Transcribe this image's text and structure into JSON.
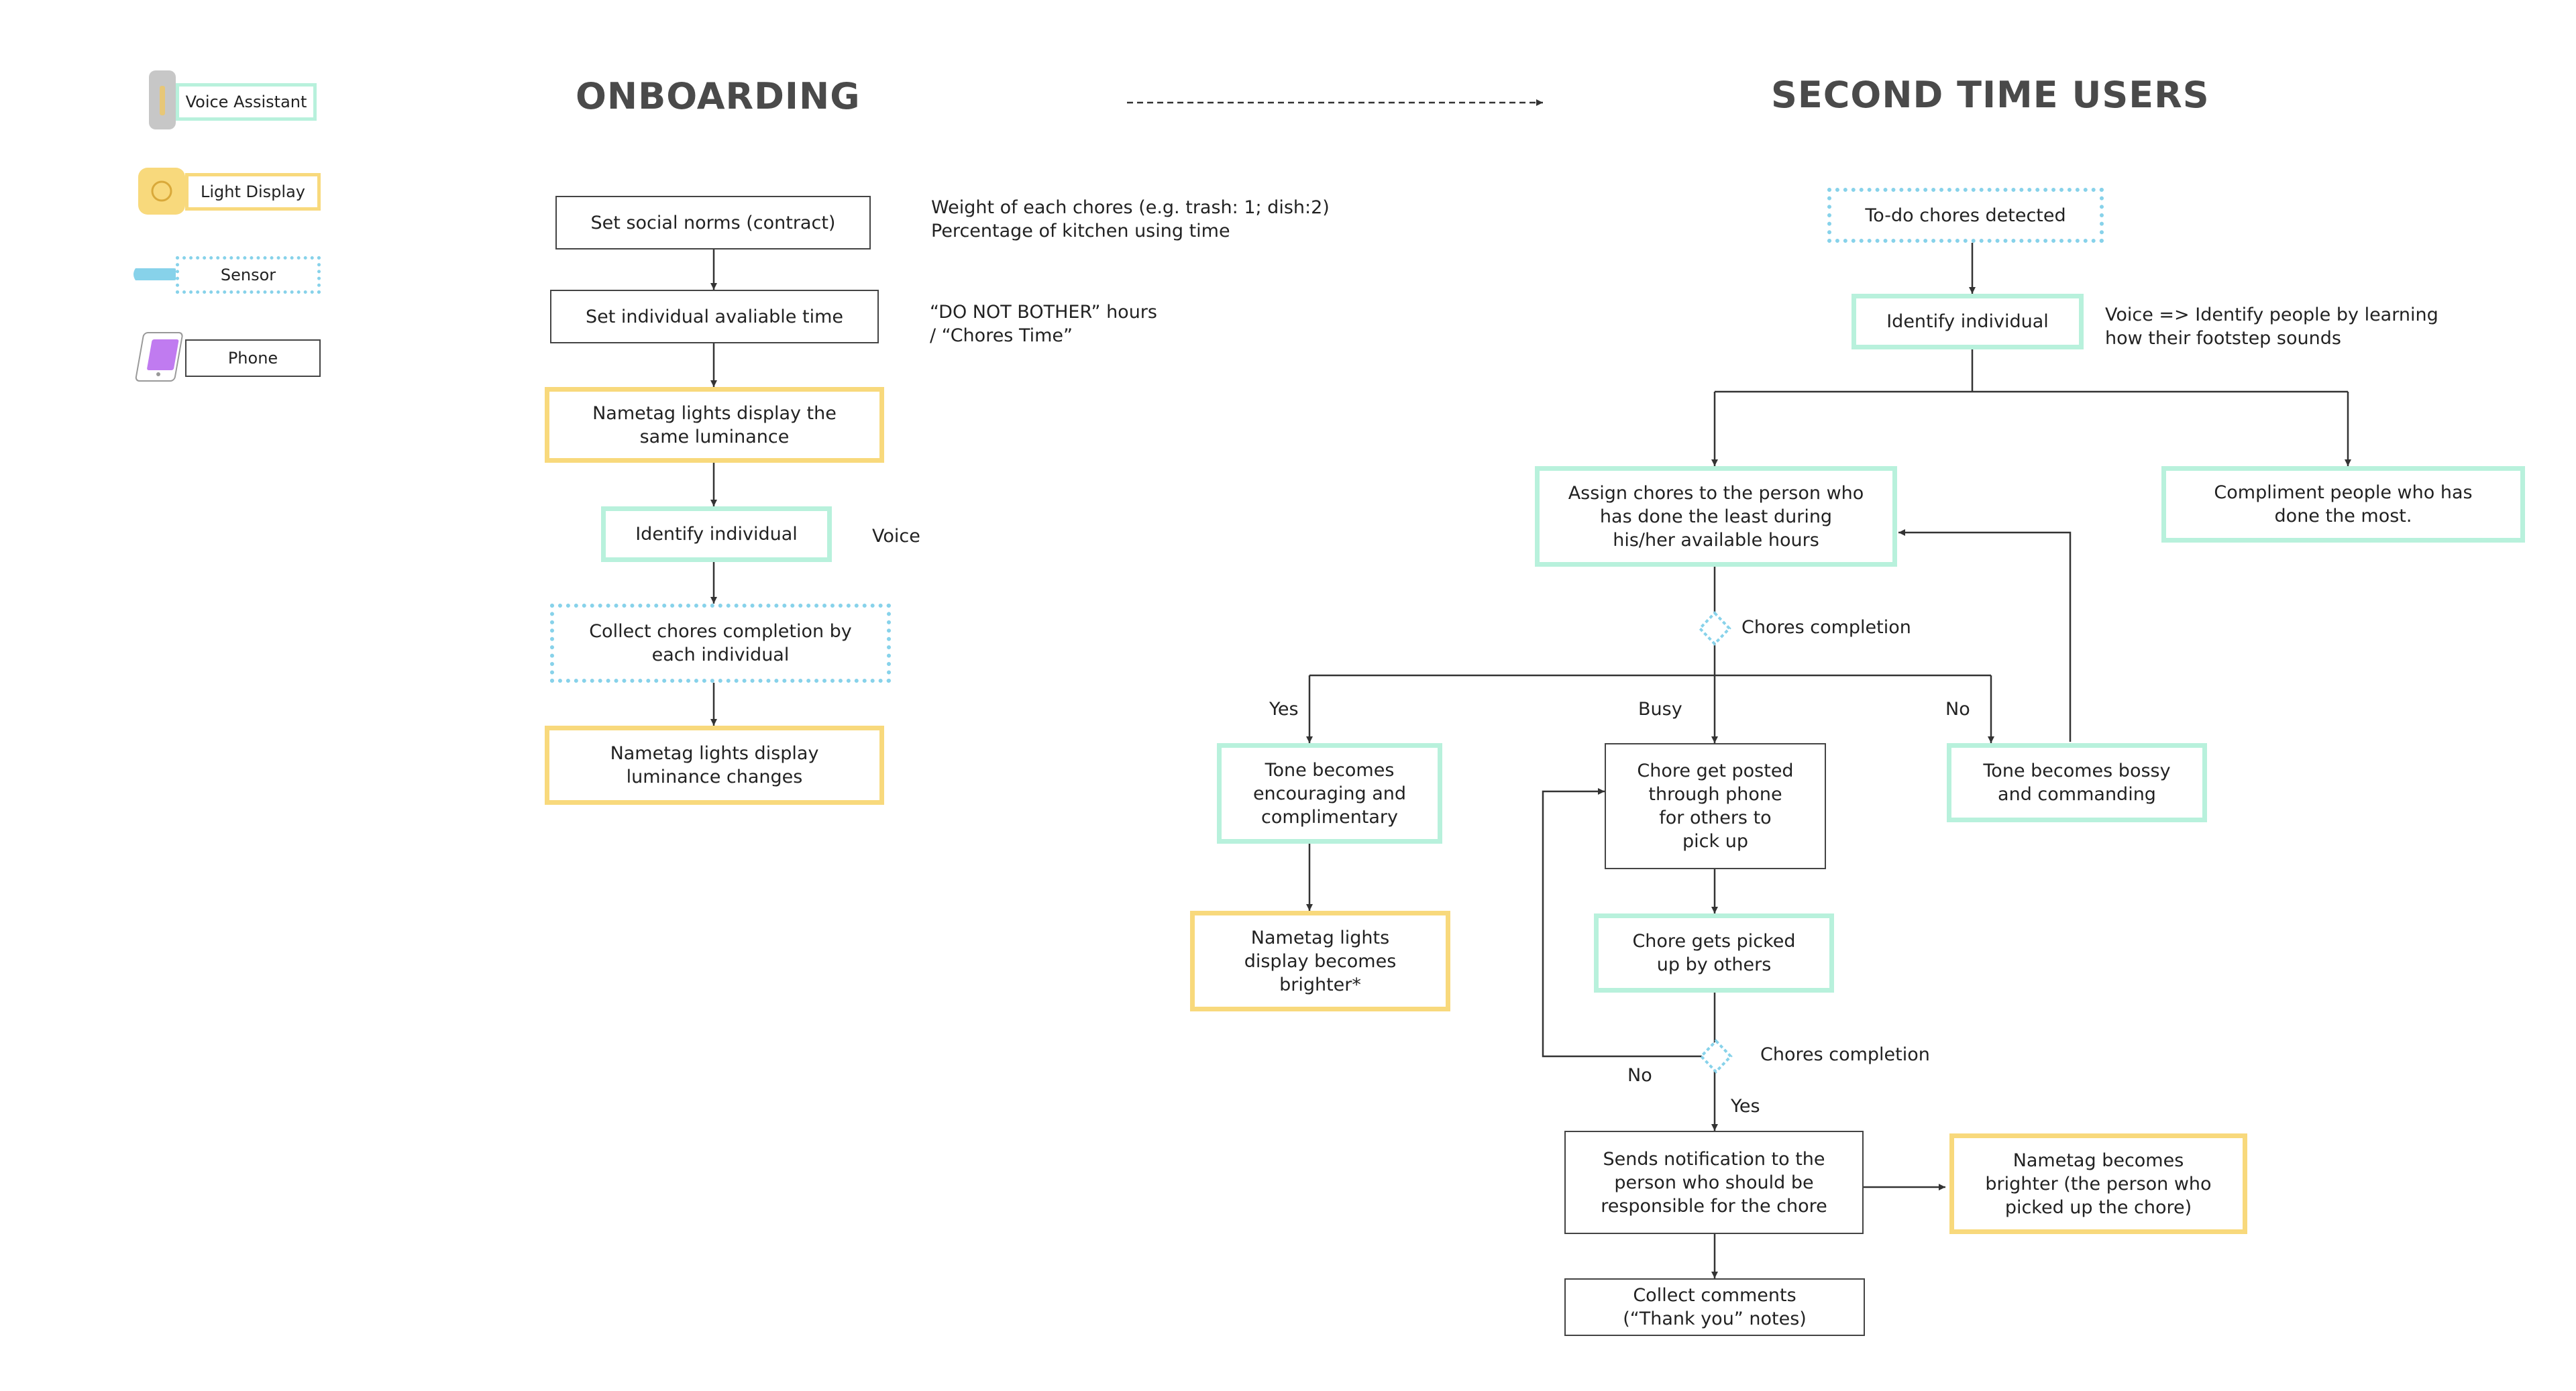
{
  "legend": {
    "voice_assistant": "Voice Assistant",
    "light_display": "Light Display",
    "sensor": "Sensor",
    "phone": "Phone"
  },
  "titles": {
    "onboarding": "ONBOARDING",
    "second_time_users": "SECOND TIME USERS"
  },
  "onboarding": {
    "set_social_norms": "Set social norms (contract)",
    "set_available_time": "Set individual avaliable time",
    "nametag_same": "Nametag lights display the\nsame luminance",
    "identify": "Identify individual",
    "collect_completion": "Collect chores completion by\neach individual",
    "nametag_changes": "Nametag lights display\nluminance changes",
    "note_weight": "Weight of each chores  (e.g. trash: 1; dish:2)\nPercentage of kitchen using time",
    "note_hours": "“DO NOT BOTHER” hours\n        / “Chores Time”",
    "note_voice": "Voice"
  },
  "second": {
    "detected": "To-do chores detected",
    "identify": "Identify individual",
    "note_voice": "Voice => Identify people by learning\n       how their footstep sounds",
    "assign": "Assign chores to the person who\nhas done the least during\nhis/her available hours",
    "compliment": "Compliment people who has\ndone the most.",
    "chores_completion": "Chores completion",
    "yes": "Yes",
    "busy": "Busy",
    "no": "No",
    "tone_encouraging": "Tone becomes\nencouraging and\ncomplimentary",
    "nametag_brighter": "Nametag lights\ndisplay becomes\nbrighter*",
    "posted": "Chore get posted\nthrough phone\nfor others to\npick up",
    "tone_bossy": "Tone becomes  bossy\nand commanding",
    "picked_up": "Chore gets picked\nup by others",
    "chores_completion_2": "Chores completion",
    "no_2": "No",
    "yes_2": "Yes",
    "notification": "Sends notification to the\nperson who should be\nresponsible for the chore",
    "nametag_picker": "Nametag becomes\nbrighter (the person who\npicked up the chore)",
    "collect_comments": "Collect comments\n(“Thank you” notes)"
  },
  "colors": {
    "voice": "#b8f1dc",
    "light": "#f8d97c",
    "sensor": "#87d2ea",
    "phone": "#c07bf0",
    "line": "#333333"
  }
}
